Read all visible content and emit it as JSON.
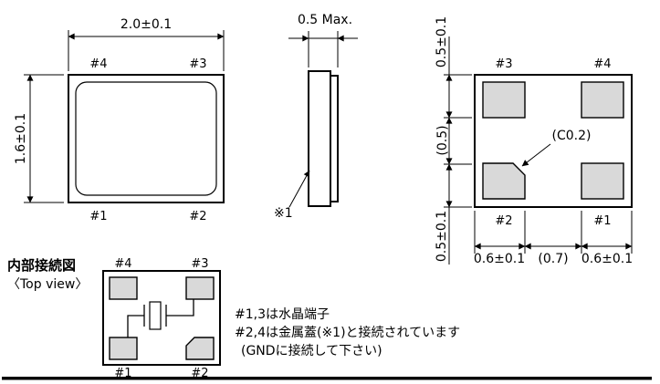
{
  "colors": {
    "line": "#000000",
    "pad_fill": "#d9d9d9",
    "background": "#ffffff"
  },
  "top_view": {
    "dim_width": "2.0±0.1",
    "dim_height": "1.6±0.1",
    "pins": {
      "top_left": "#4",
      "top_right": "#3",
      "bottom_left": "#1",
      "bottom_right": "#2"
    }
  },
  "side_view": {
    "dim_thickness": "0.5 Max.",
    "lid_ref": "※1"
  },
  "bottom_view": {
    "pins": {
      "top_left": "#3",
      "top_right": "#4",
      "bottom_left": "#2",
      "bottom_right": "#1"
    },
    "chamfer": "(C0.2)",
    "dim_top": "0.5±0.1",
    "dim_mid": "(0.5)",
    "dim_bottom": "0.5±0.1",
    "dim_left": "0.6±0.1",
    "dim_center": "(0.7)",
    "dim_right": "0.6±0.1"
  },
  "internal": {
    "title": "内部接続図",
    "subtitle": "〈Top view〉",
    "pins": {
      "top_left": "#4",
      "top_right": "#3",
      "bottom_left": "#1",
      "bottom_right": "#2"
    }
  },
  "notes": {
    "line1": "#1,3は水晶端子",
    "line2": "#2,4は金属蓋(※1)と接続されています",
    "line3": "(GNDに接続して下さい)"
  }
}
